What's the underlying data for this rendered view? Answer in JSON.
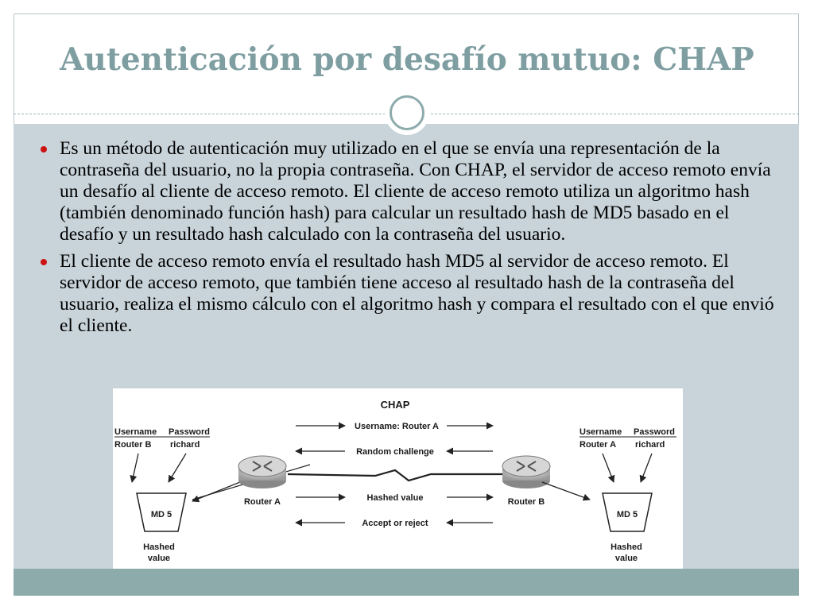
{
  "slide": {
    "title": "Autenticación por desafío mutuo: CHAP",
    "bullets": [
      "Es un método de autenticación muy utilizado en el que se envía una representación de la contraseña del usuario, no la propia contraseña. Con CHAP, el servidor de acceso remoto envía un desafío al cliente de acceso remoto. El cliente de acceso remoto utiliza un algoritmo hash (también denominado función hash) para calcular un resultado hash de MD5 basado en el desafío y un resultado hash calculado con la contraseña del usuario.",
      "El cliente de acceso remoto envía el resultado hash MD5 al servidor de acceso remoto. El servidor de acceso remoto, que también tiene acceso al resultado hash de la contraseña del usuario, realiza el mismo cálculo con el algoritmo hash y compara el resultado con el que envió el cliente."
    ]
  },
  "diagram": {
    "title": "CHAP",
    "messages": {
      "username": "Username: Router A",
      "challenge": "Random challenge",
      "hashed": "Hashed value",
      "accept": "Accept or reject"
    },
    "left": {
      "username_header": "Username",
      "password_header": "Password",
      "username_value": "Router B",
      "password_value": "richard",
      "router_label": "Router A",
      "md5_label": "MD 5",
      "hashed_line1": "Hashed",
      "hashed_line2": "value"
    },
    "right": {
      "username_header": "Username",
      "password_header": "Password",
      "username_value": "Router A",
      "password_value": "richard",
      "router_label": "Router B",
      "md5_label": "MD 5",
      "hashed_line1": "Hashed",
      "hashed_line2": "value"
    }
  },
  "colors": {
    "title": "#7f9ea1",
    "content_bg": "#c8d4da",
    "footer": "#8eabac",
    "bullet": "#cc1111"
  }
}
